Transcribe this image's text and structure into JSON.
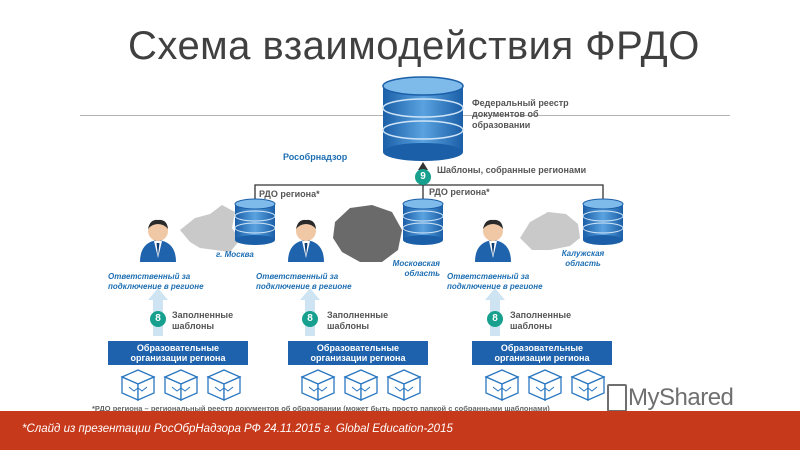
{
  "title": "Схема взаимодействия ФРДО",
  "federal_registry": "Федеральный реестр документов об образовании",
  "rosobrnadzor": "Рособрнадзор",
  "templates_collected": "Шаблоны, собранные регионами",
  "step_9": "9",
  "rdo_region_left": "РДО региона*",
  "rdo_region_right": "РДО региона*",
  "regions": [
    {
      "name": "г. Москва",
      "responsible": "Ответственный за подключение в регионе",
      "filled": "Заполненные шаблоны",
      "step": "8",
      "orgs": "Образовательные организации региона"
    },
    {
      "name": "Московская область",
      "responsible": "Ответственный за подключение в регионе",
      "filled": "Заполненные шаблоны",
      "step": "8",
      "orgs": "Образовательные организации региона"
    },
    {
      "name": "Калужская область",
      "responsible": "Ответственный за подключение в регионе",
      "filled": "Заполненные шаблоны",
      "step": "8",
      "orgs": "Образовательные организации региона"
    }
  ],
  "footnote": "*РДО региона – региональный реестр документов об образовании (может быть просто папкой с собранными шаблонами)",
  "source": "*Слайд из презентации РосОбрНадзора РФ 24.11.2015 г. Global Education-2015",
  "watermark": "MyShared",
  "colors": {
    "accent": "#1e62ad",
    "footer": "#c7391b",
    "step": "#17a08e"
  }
}
